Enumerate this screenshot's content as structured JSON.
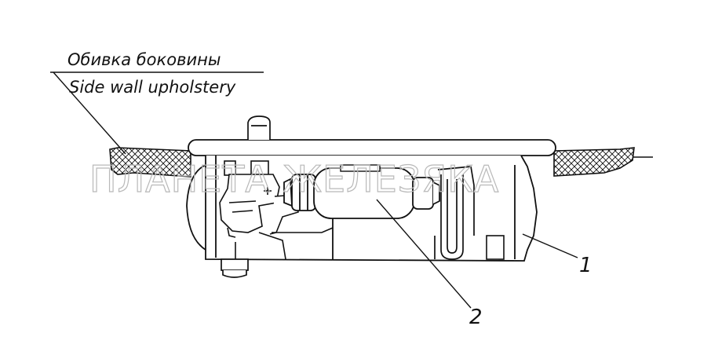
{
  "labels": {
    "upholstery_ru": "Обивка боковины",
    "upholstery_en": "Side wall upholstery",
    "callout_1": "1",
    "callout_2": "2"
  },
  "watermark": "ПЛАНЕТА ЖЕЛЕЗЯКА",
  "colors": {
    "line": "#111111",
    "hatch_fill": "#d9d9d9",
    "watermark": "#b9b9b9"
  }
}
